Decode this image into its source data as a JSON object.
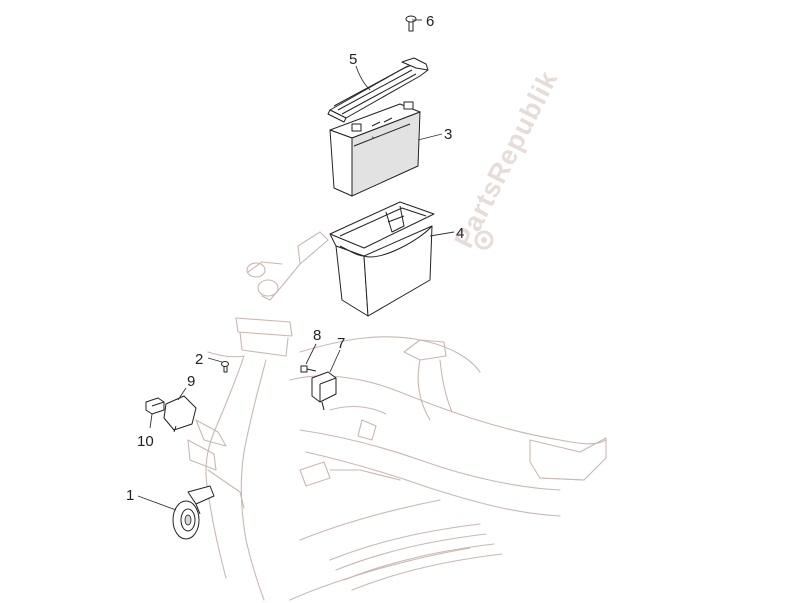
{
  "watermark": "PartsRepublik",
  "callouts": [
    {
      "id": "callout-1",
      "label": "1"
    },
    {
      "id": "callout-2",
      "label": "2"
    },
    {
      "id": "callout-3",
      "label": "3"
    },
    {
      "id": "callout-4",
      "label": "4"
    },
    {
      "id": "callout-5",
      "label": "5"
    },
    {
      "id": "callout-6",
      "label": "6"
    },
    {
      "id": "callout-7",
      "label": "7"
    },
    {
      "id": "callout-8",
      "label": "8"
    },
    {
      "id": "callout-9",
      "label": "9"
    },
    {
      "id": "callout-10",
      "label": "10"
    }
  ],
  "colors": {
    "frame_outline": "#c9b8b0",
    "part_outline": "#222222",
    "battery_shade": "#e2e2e2",
    "watermark": "#e6ddd9"
  }
}
